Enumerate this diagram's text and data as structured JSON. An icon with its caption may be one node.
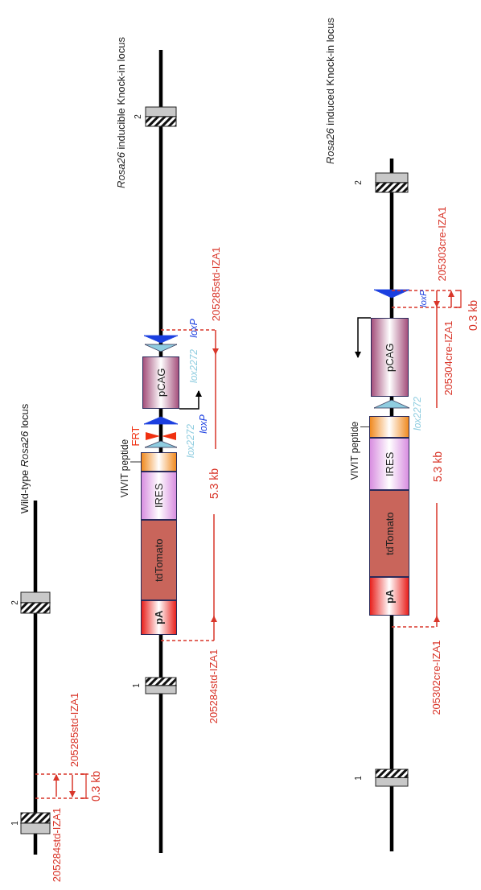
{
  "diagram": {
    "nodes": [
      {
        "text": [
          "pA"
        ]
      },
      {
        "text": [
          "tdTomato"
        ]
      },
      {
        "text": [
          "IRES"
        ]
      },
      {
        "text": [],
        "shape": "box"
      },
      {
        "text": [
          "VIVIT peptide"
        ]
      },
      {
        "text": [
          "pCAG"
        ]
      },
      {
        "text": [
          "pA"
        ]
      },
      {
        "text": [
          "tdTomato"
        ]
      },
      {
        "text": [
          "IRES"
        ]
      },
      {
        "text": [],
        "shape": "box"
      },
      {
        "text": [
          "VIVIT peptide"
        ]
      },
      {
        "text": [
          "pCAG"
        ]
      }
    ],
    "edges": [
      {
        "from": 4,
        "to": 3,
        "arrow": "none"
      },
      {
        "from": 10,
        "to": 9,
        "arrow": "none"
      }
    ],
    "labels": [
      "Wild-type *Rosa26* locus",
      "2",
      "1",
      "205285std-IZA1",
      "0.3 kb",
      "205284std-IZA1",
      "*Rosa26* inducible Knock-in locus",
      "2",
      "205285std-IZA1",
      "loxP",
      "lox2272",
      "FRT",
      "loxP",
      "lox2272",
      "5.3 kb",
      "205284std-IZA1",
      "1",
      "*Rosa26* induced Knock-in locus",
      "2",
      "205303cre-IZA1",
      "loxP",
      "0.3 kb",
      "205304cre-IZA1",
      "lox2272",
      "5.3 kb",
      "205302cre-IZA1",
      "1"
    ]
  }
}
